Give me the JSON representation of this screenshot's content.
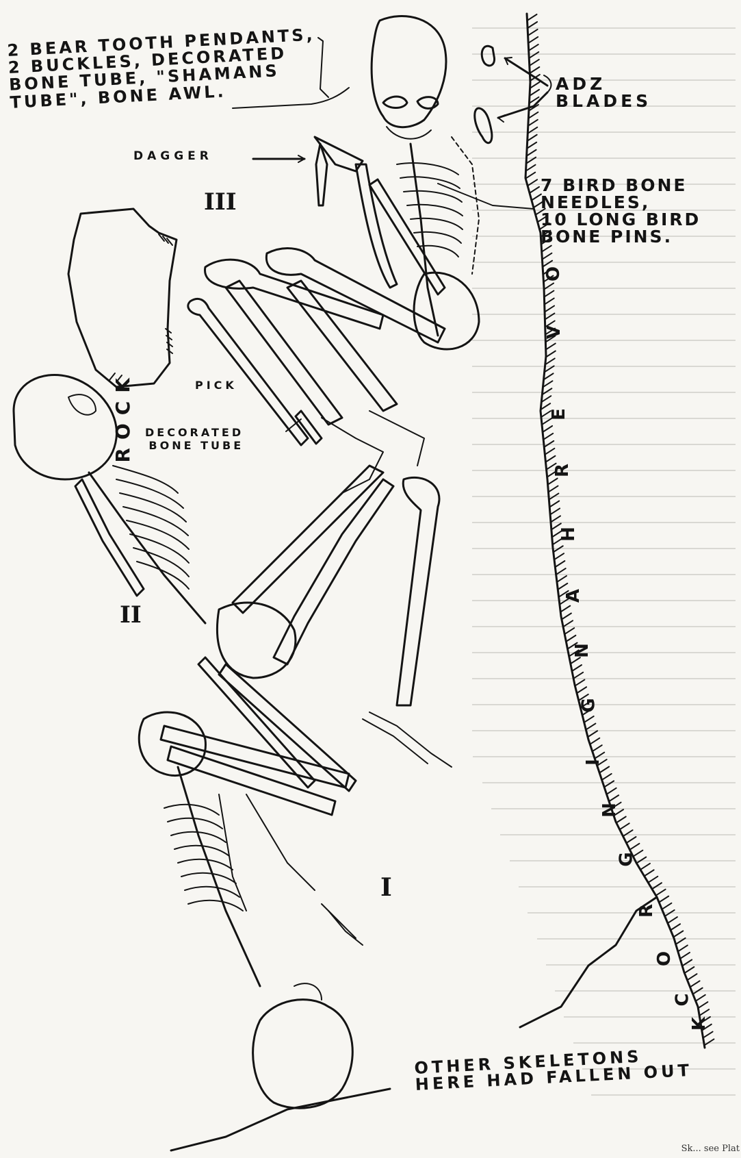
{
  "labels": {
    "grave_goods": "2 BEAR TOOTH PENDANTS,\n2 BUCKLES, DECORATED\nBONE TUBE, \"SHAMANS\nTUBE\", BONE AWL.",
    "adz_blades": "ADZ\nBLADES",
    "dagger": "DAGGER",
    "bird_bone": "7 BIRD BONE\nNEEDLES,\n10 LONG BIRD\nBONE PINS.",
    "rock_left": "ROCK",
    "pick": "PICK",
    "decorated_bone_tube": "DECORATED\nBONE TUBE",
    "other_skeletons": "OTHER SKELETONS\nHERE HAD FALLEN OUT",
    "overhanging_rock": "OVERHANGING ROCK",
    "footnote": "Sk... see Plat"
  },
  "skeletons": {
    "I": "I",
    "II": "II",
    "III": "III"
  },
  "colors": {
    "ink": "#141414",
    "paper": "#f7f6f2",
    "ghost_text": "#d9d8d3"
  }
}
